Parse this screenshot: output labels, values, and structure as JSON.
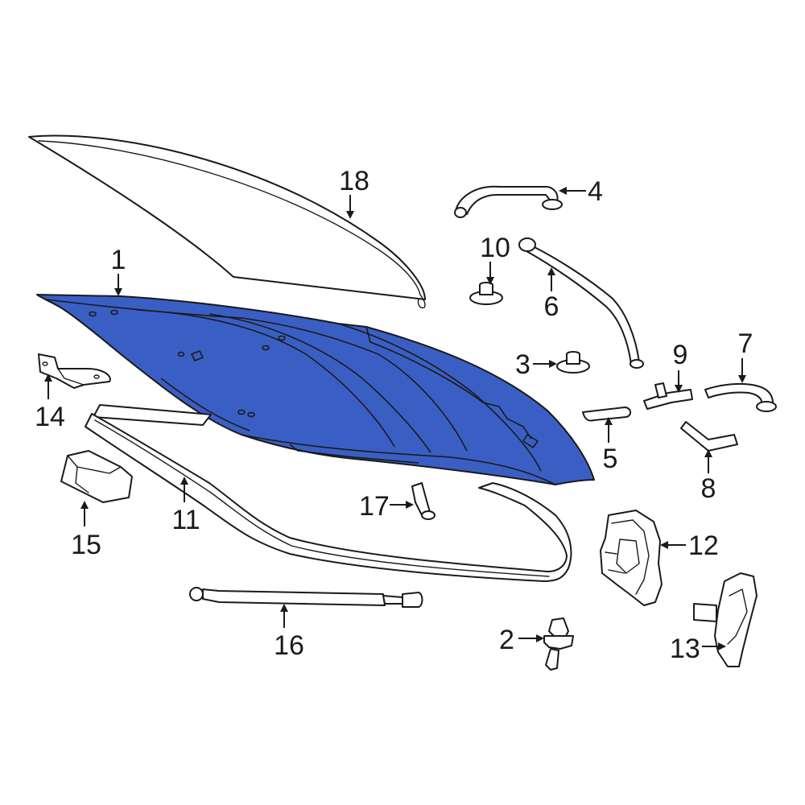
{
  "colors": {
    "highlight": "#3a5fc4",
    "line": "#1a1a1a",
    "background": "#ffffff"
  },
  "callouts": {
    "c1": "1",
    "c2": "2",
    "c3": "3",
    "c4": "4",
    "c5": "5",
    "c6": "6",
    "c7": "7",
    "c8": "8",
    "c9": "9",
    "c10": "10",
    "c11": "11",
    "c12": "12",
    "c13": "13",
    "c14": "14",
    "c15": "15",
    "c16": "16",
    "c17": "17",
    "c18": "18"
  }
}
